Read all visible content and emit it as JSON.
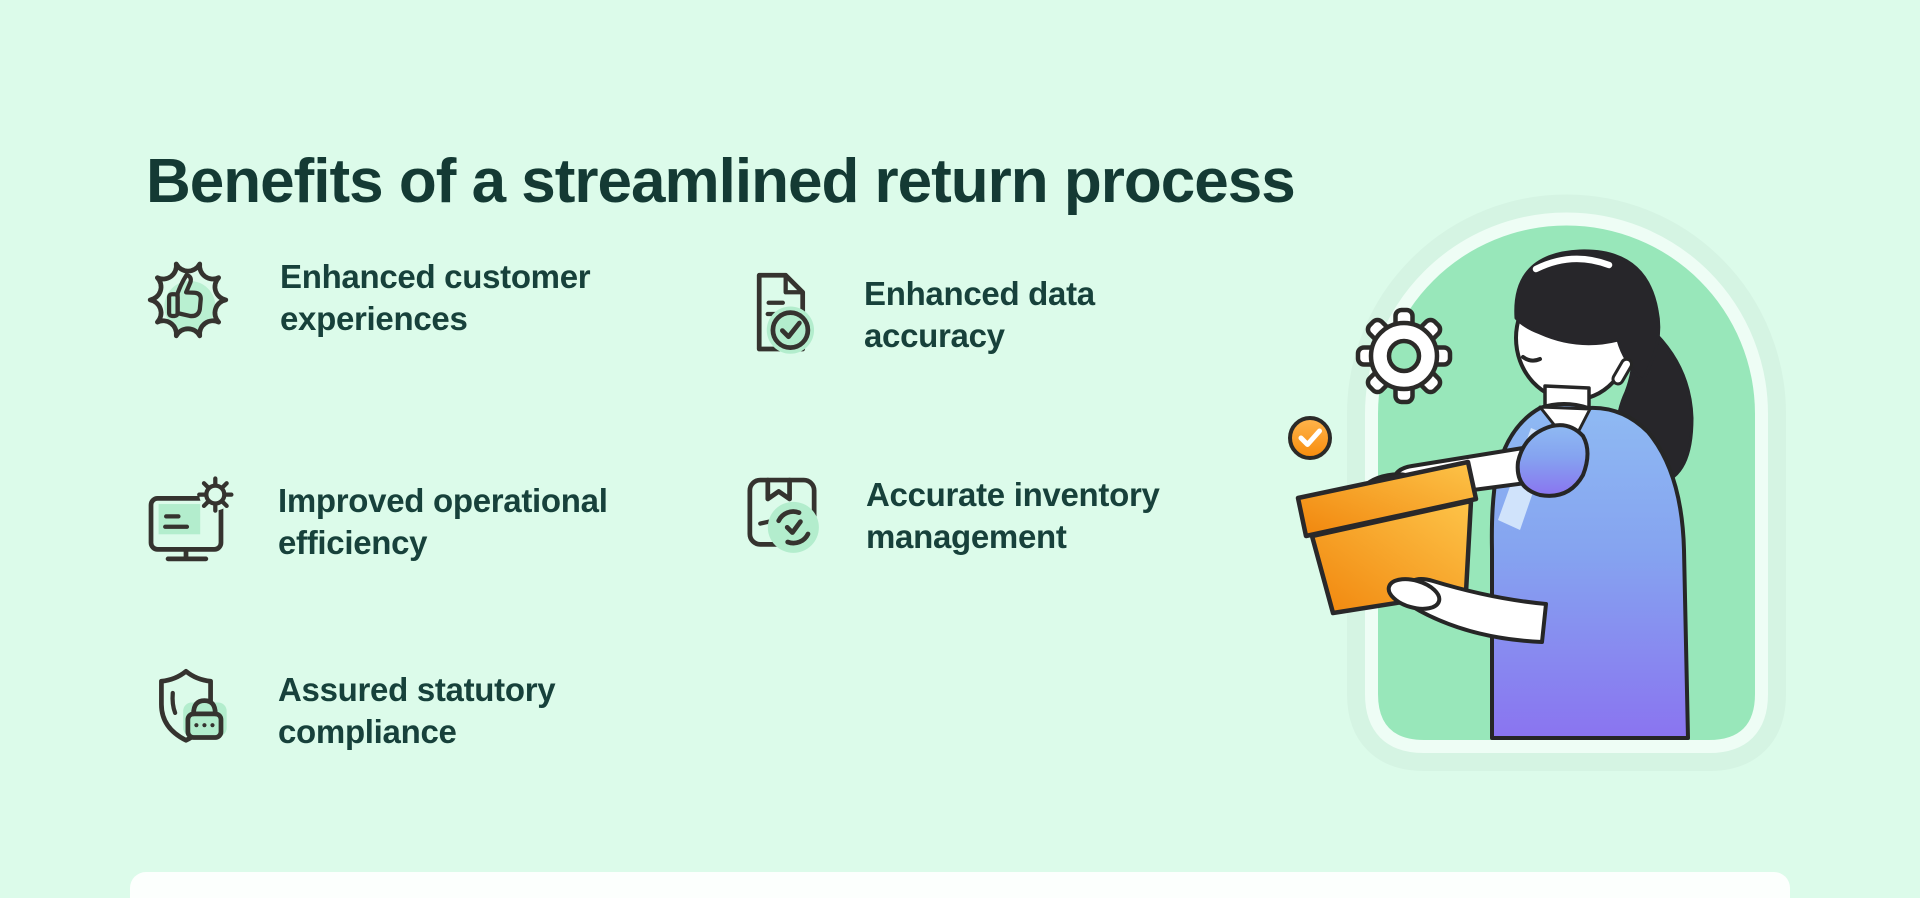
{
  "title": "Benefits of a streamlined return process",
  "benefits": [
    {
      "id": "enhanced-customer-experiences",
      "icon": "badge-thumbs-up-icon",
      "line1": "Enhanced customer",
      "line2": "experiences"
    },
    {
      "id": "improved-operational-efficiency",
      "icon": "monitor-gear-icon",
      "line1": "Improved operational",
      "line2": "efficiency"
    },
    {
      "id": "assured-statutory-compliance",
      "icon": "shield-lock-icon",
      "line1": "Assured statutory",
      "line2": "compliance"
    },
    {
      "id": "enhanced-data-accuracy",
      "icon": "document-check-icon",
      "line1": "Enhanced data",
      "line2": "accuracy"
    },
    {
      "id": "accurate-inventory-management",
      "icon": "package-sync-icon",
      "line1": "Accurate inventory",
      "line2": "management"
    }
  ],
  "colors": {
    "background": "#dcfbea",
    "title_text": "#143a34",
    "body_text": "#17413b",
    "arch_green": "#98e7ba",
    "icon_accent_green": "#b3edcd",
    "icon_stroke": "#35332f",
    "box_orange_dark": "#f1860d",
    "box_orange_light": "#fdc449",
    "check_orange": "#f78b0b",
    "dress_blue": "#8fbaf3",
    "dress_purple": "#8a74f0"
  }
}
